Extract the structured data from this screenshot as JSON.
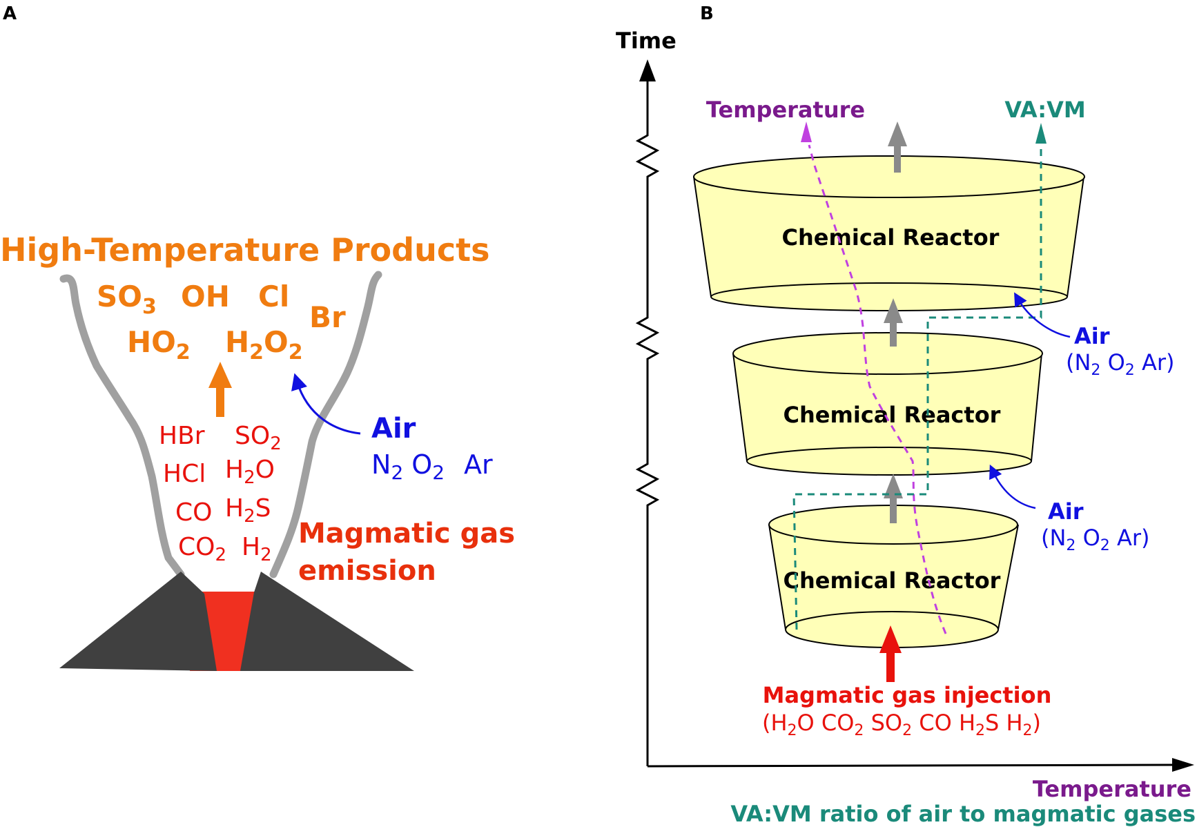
{
  "panel_a": {
    "label": "A",
    "title": "High-Temperature Products",
    "products": {
      "so3": {
        "base": "SO",
        "sub": "3"
      },
      "oh": "OH",
      "cl": "Cl",
      "br": "Br",
      "ho2": {
        "base": "HO",
        "sub": "2"
      },
      "h2o2": {
        "h": "H",
        "sub1": "2",
        "o": "O",
        "sub2": "2"
      }
    },
    "gases": {
      "hbr": "HBr",
      "so2": {
        "base": "SO",
        "sub": "2"
      },
      "hcl": "HCl",
      "h2o": {
        "h": "H",
        "sub": "2",
        "o": "O"
      },
      "co": "CO",
      "h2s": {
        "h": "H",
        "sub": "2",
        "s": "S"
      },
      "co2": {
        "base": "CO",
        "sub": "2"
      },
      "h2": {
        "base": "H",
        "sub": "2"
      }
    },
    "air_label": "Air",
    "air_gases": {
      "n2": {
        "base": "N",
        "sub": "2"
      },
      "o2": {
        "base": "O",
        "sub": "2"
      },
      "ar": "Ar"
    },
    "emission_line1": "Magmatic gas",
    "emission_line2": "emission"
  },
  "panel_b": {
    "label": "B",
    "y_axis_label": "Time",
    "x_axis_label_1": "Temperature",
    "x_axis_label_2": "VA:VM ratio of air to magmatic gases",
    "temperature_curve_label": "Temperature",
    "vavm_curve_label": "VA:VM",
    "reactors": [
      {
        "label": "Chemical Reactor"
      },
      {
        "label": "Chemical Reactor"
      },
      {
        "label": "Chemical Reactor"
      }
    ],
    "air_inputs": [
      {
        "label": "Air",
        "open": "(N",
        "n_sub": "2",
        "o": " O",
        "o_sub": "2",
        "ar": " Ar)"
      },
      {
        "label": "Air",
        "open": "(N",
        "n_sub": "2",
        "o": " O",
        "o_sub": "2",
        "ar": " Ar)"
      }
    ],
    "injection_label": "Magmatic gas injection",
    "injection_gases": {
      "open": "(H",
      "s1": "2",
      "t1": "O CO",
      "s2": "2",
      "t2": " SO",
      "s3": "2",
      "t3": " CO H",
      "s4": "2",
      "t4": "S H",
      "s5": "2",
      "close": ")"
    }
  },
  "colors": {
    "orange": "#f07c10",
    "red": "#e8120c",
    "blue": "#1010e0",
    "purple": "#7a1a8c",
    "magenta_curve": "#c040e0",
    "teal": "#1a8a7a",
    "reactor_fill": "#ffffb8",
    "gray": "#999999",
    "volcano": "#404040",
    "lava": "#f03020"
  }
}
